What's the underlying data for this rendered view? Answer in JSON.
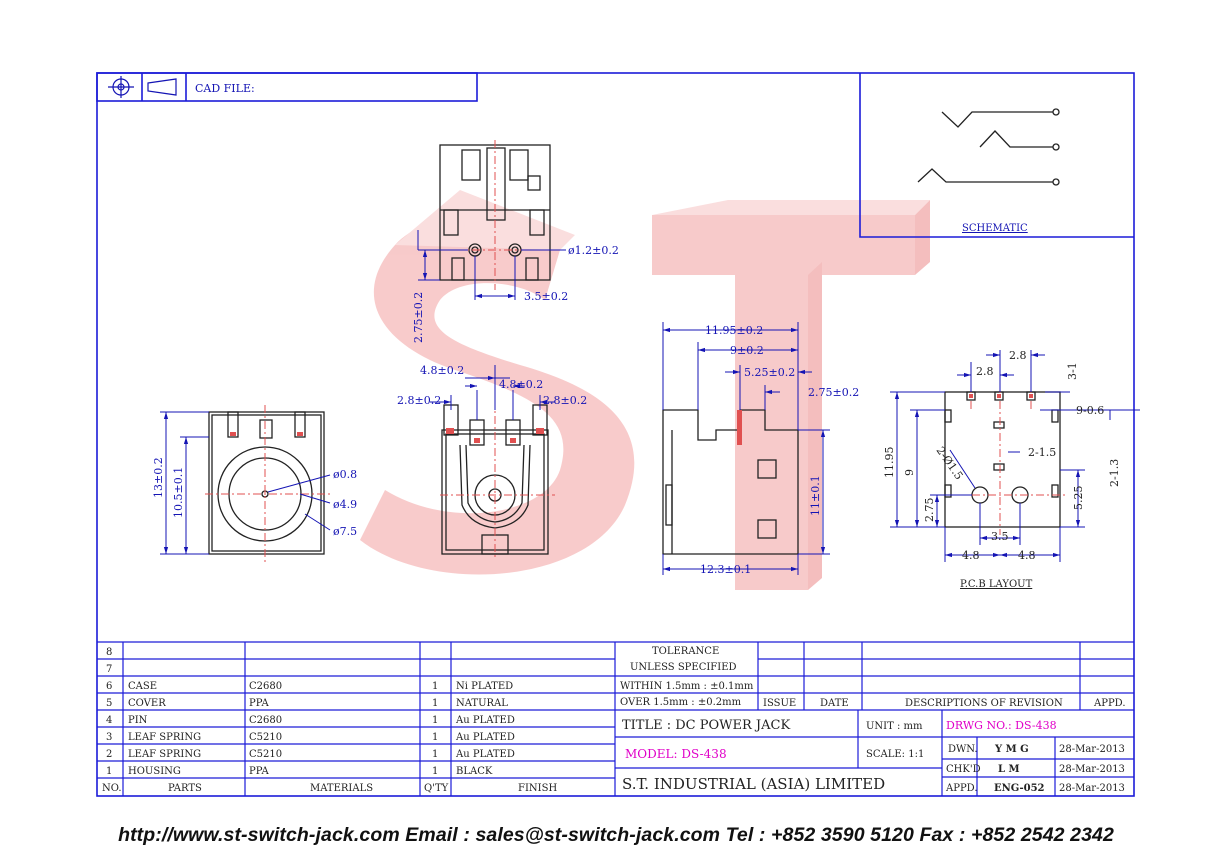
{
  "header": {
    "cad_label": "CAD FILE:"
  },
  "watermark": {
    "text": "ST",
    "color": "#f2a0a0"
  },
  "colors": {
    "frame": "#1c1cd8",
    "dim": "#1414b4",
    "part": "#222222",
    "pin": "#e05050",
    "magenta": "#e000c8"
  },
  "schematic": {
    "label": "SCHEMATIC"
  },
  "pcb": {
    "label": "P.C.B LAYOUT",
    "dims": {
      "top1": "2.8",
      "top2": "2.8",
      "right1": "3-1",
      "right2": "9-0.6",
      "right3": "2-1.5",
      "hole": "2-Ø1.5",
      "left_outer": "11.95",
      "left_mid": "9",
      "left_in": "2.75",
      "pitch": "3.5",
      "bot_l": "4.8",
      "bot_r": "4.8",
      "r_in": "5.25",
      "r_out": "2-1.3"
    }
  },
  "views": {
    "top": {
      "hole": "ø1.2±0.2",
      "pitch": "3.5±0.2",
      "height": "2.75±0.2"
    },
    "front": {
      "h_outer": "13±0.2",
      "h_inner": "10.5±0.1",
      "d1": "ø0.8",
      "d2": "ø4.9",
      "d3": "ø7.5"
    },
    "back": {
      "top1": "4.8±0.2",
      "top2": "4.8±0.2",
      "left": "2.8±0.2",
      "right": "2.8±0.2"
    },
    "side": {
      "w1": "11.95±0.2",
      "w2": "9±0.2",
      "w3": "5.25±0.2",
      "w4": "2.75±0.2",
      "h": "11±0.1",
      "base": "12.3±0.1"
    }
  },
  "bom": {
    "headers": [
      "NO.",
      "PARTS",
      "MATERIALS",
      "Q'TY",
      "FINISH"
    ],
    "rows": [
      {
        "no": "8",
        "part": "",
        "material": "",
        "qty": "",
        "finish": ""
      },
      {
        "no": "7",
        "part": "",
        "material": "",
        "qty": "",
        "finish": ""
      },
      {
        "no": "6",
        "part": "CASE",
        "material": "C2680",
        "qty": "1",
        "finish": "Ni PLATED"
      },
      {
        "no": "5",
        "part": "COVER",
        "material": "PPA",
        "qty": "1",
        "finish": "NATURAL"
      },
      {
        "no": "4",
        "part": "PIN",
        "material": "C2680",
        "qty": "1",
        "finish": "Au PLATED"
      },
      {
        "no": "3",
        "part": "LEAF SPRING",
        "material": "C5210",
        "qty": "1",
        "finish": "Au PLATED"
      },
      {
        "no": "2",
        "part": "LEAF SPRING",
        "material": "C5210",
        "qty": "1",
        "finish": "Au PLATED"
      },
      {
        "no": "1",
        "part": "HOUSING",
        "material": "PPA",
        "qty": "1",
        "finish": "BLACK"
      }
    ]
  },
  "tolerance": {
    "line1": "TOLERANCE",
    "line2": "UNLESS  SPECIFIED",
    "line3": "WITHIN  1.5mm : ±0.1mm",
    "line4": "OVER   1.5mm : ±0.2mm"
  },
  "revision": {
    "issue": "ISSUE",
    "date": "DATE",
    "desc": "DESCRIPTIONS  OF  REVISION",
    "appd": "APPD."
  },
  "title_block": {
    "title": "TITLE : DC POWER JACK",
    "model": "MODEL: DS-438",
    "unit": "UNIT :  mm",
    "drwg": "DRWG NO.: DS-438",
    "scale": "SCALE:   1:1",
    "company": "S.T.  INDUSTRIAL  (ASIA)  LIMITED",
    "dwn_label": "DWN.",
    "dwn": "Y M G",
    "dwn_date": "28-Mar-2013",
    "chk_label": "CHK'D",
    "chk": "L M",
    "chk_date": "28-Mar-2013",
    "appd_label": "APPD.",
    "appd": "ENG-052",
    "appd_date": "28-Mar-2013"
  },
  "footer": {
    "text": "http://www.st-switch-jack.com  Email : sales@st-switch-jack.com  Tel : +852 3590 5120  Fax : +852 2542 2342"
  }
}
